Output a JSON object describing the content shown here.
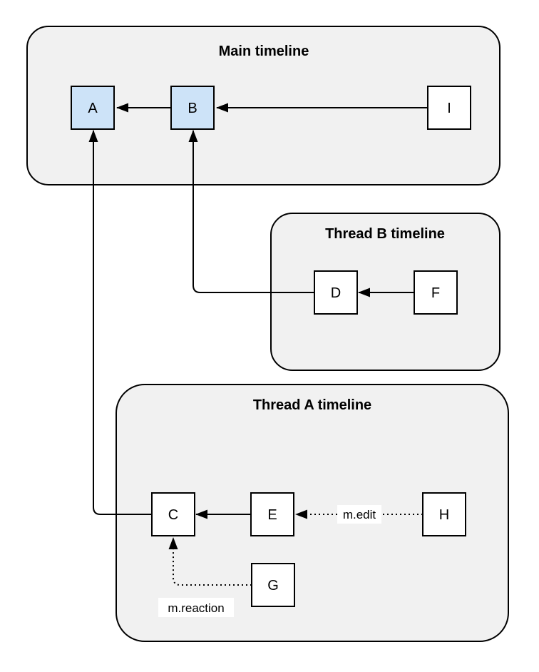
{
  "diagram": {
    "colors": {
      "container_fill": "#f1f1f1",
      "container_stroke": "#000000",
      "node_fill": "#ffffff",
      "node_highlight_fill": "#cde3f8",
      "node_stroke": "#000000",
      "edge_color": "#000000",
      "label_bg": "#ffffff"
    },
    "containers": {
      "main": {
        "title": "Main timeline"
      },
      "thread_b": {
        "title": "Thread B timeline"
      },
      "thread_a": {
        "title": "Thread A timeline"
      }
    },
    "nodes": {
      "a": {
        "label": "A"
      },
      "b": {
        "label": "B"
      },
      "i": {
        "label": "I"
      },
      "d": {
        "label": "D"
      },
      "f": {
        "label": "F"
      },
      "c": {
        "label": "C"
      },
      "e": {
        "label": "E"
      },
      "h": {
        "label": "H"
      },
      "g": {
        "label": "G"
      }
    },
    "edge_labels": {
      "m_edit": "m.edit",
      "m_reaction": "m.reaction"
    }
  }
}
